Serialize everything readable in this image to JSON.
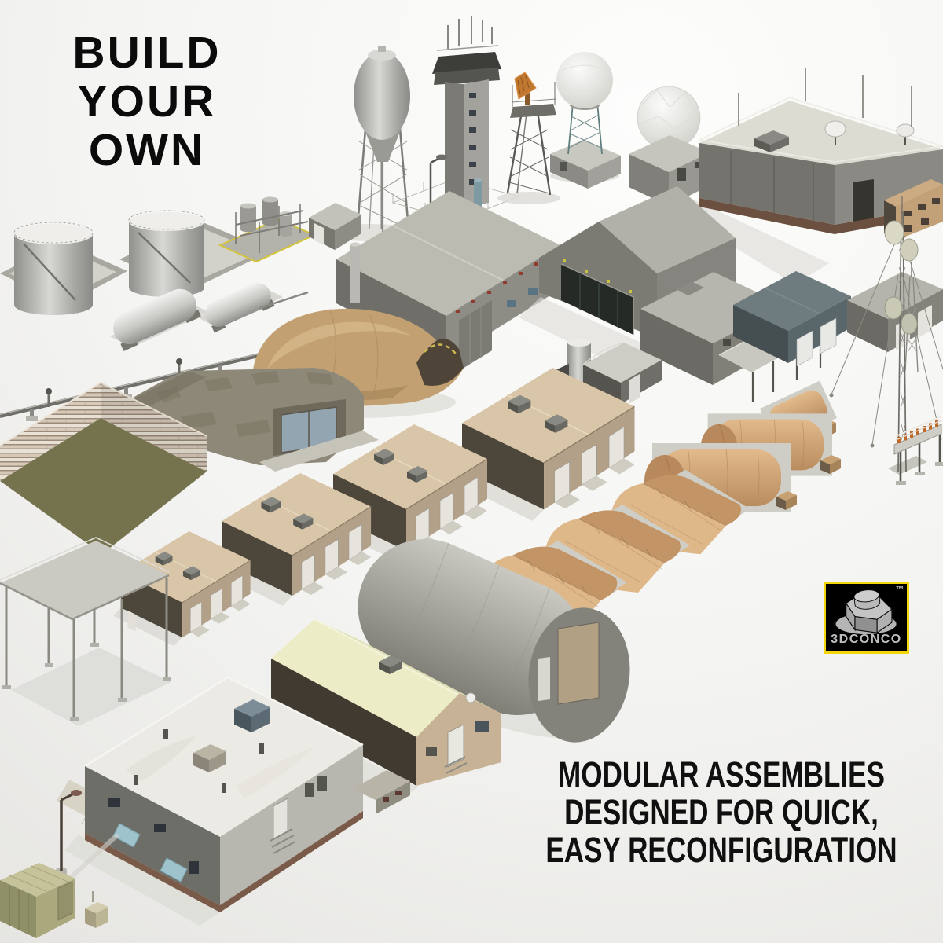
{
  "page": {
    "type": "3d-model-product-showcase",
    "background": "#f2f2f0"
  },
  "headline": {
    "line1": "BUILD",
    "line2": "YOUR",
    "line3": "OWN",
    "color": "#0b0b0b"
  },
  "tagline": {
    "line1": "MODULAR ASSEMBLIES",
    "line2": "DESIGNED FOR QUICK,",
    "line3": "EASY RECONFIGURATION",
    "color": "#101010"
  },
  "logo": {
    "brand": "3DCONCO",
    "trademark": "™",
    "border_color": "#f2d60a",
    "background_color": "#000000",
    "metal_color": "#bdbdbd",
    "icon": "flange-nut-icon"
  },
  "scene": {
    "description": "Isometric 3D render of modular military-base building models arranged in diagonal rows on a white studio floor",
    "floor_color": "#f2f2f0",
    "shadow_color": "#d9d8d3",
    "palette": {
      "gray_wall": "#84837d",
      "dark_wall": "#6e6d67",
      "roof_light": "#d9d8d0",
      "tan": "#d2a87c",
      "tan_building": "#b3a089",
      "cream_roof": "#ecedc6",
      "olive_green": "#75734e",
      "slate_blue": "#6e7c80",
      "safety_yellow": "#d4c43a",
      "radar_orange": "#c07830",
      "silver": "#d8d8d4",
      "block_wall": "#d6c9ba"
    },
    "objects": [
      "fuel-storage-tank-with-berm",
      "fuel-storage-tank-with-berm",
      "process-cooling-skid",
      "equipment-shed",
      "water-tower",
      "airfield-control-tower",
      "radar-lattice-tower",
      "nexrad-radar-tower",
      "geodesic-radome-building",
      "flat-roof-operations-building",
      "two-story-tan-building",
      "metal-warehouse",
      "aircraft-hangar",
      "maintenance-building-with-awning",
      "blue-gray-vehicle-garage",
      "vehicle-garage",
      "lattice-antenna-mast",
      "propane-tank",
      "propane-tank",
      "pipeline-run",
      "camouflage-net-shelter",
      "earth-covered-magazine",
      "revetment-walled-yard",
      "storage-silo",
      "utility-building",
      "motor-pool-garage",
      "motor-pool-garage",
      "motor-pool-garage",
      "motor-pool-garage",
      "field-tent",
      "field-tent",
      "field-tent",
      "round-field-tent",
      "round-field-tent",
      "small-field-shelter",
      "quonset-hut",
      "barracks-building",
      "headquarters-building",
      "vehicle-canopy",
      "light-pole",
      "container-shelter",
      "generator-box",
      "guyed-communications-tower",
      "cable-tray-gantry",
      "security-fence"
    ]
  }
}
